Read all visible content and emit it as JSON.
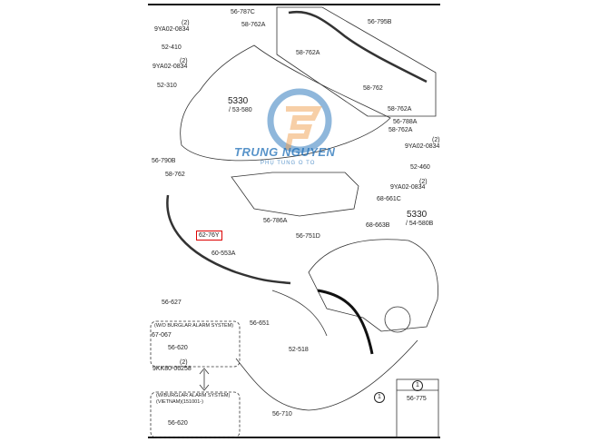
{
  "watermark": {
    "brand": "TRUNG NGUYEN",
    "tagline": "PHỤ TÙNG Ô TÔ",
    "colors": {
      "blue": "#1f6fb8",
      "orange": "#f0a050"
    }
  },
  "labels": {
    "p56_787C": "56-787C",
    "p58_762A_top": "58-762A",
    "q1": "(2)",
    "p9YA_1": "9YA02-0834",
    "p52_410": "52-410",
    "q2": "(2)",
    "p9YA_2": "9YA02-0834",
    "p52_310": "52-310",
    "p5330_a": "5330",
    "p53_580": "/ 53-580",
    "p56_795B": "56-795B",
    "p58_762A_b": "58-762A",
    "p58_762_b": "58-762",
    "p58_762A_c": "58-762A",
    "p56_788A": "56-788A",
    "p58_762A_d": "58-762A",
    "q3": "(2)",
    "p9YA_3": "9YA02-0834",
    "p52_460": "52-460",
    "q4": "(2)",
    "p9YA_4": "9YA02-0834",
    "p68_661C": "68-661C",
    "p5330_b": "5330",
    "p54_580B": "/ 54-580B",
    "p68_663B": "68-663B",
    "p56_790B": "56-790B",
    "p58_762_l": "58-762",
    "p56_786A": "56-786A",
    "p62_76Y": "62-76Y",
    "p56_751D": "56-751D",
    "p60_553A": "60-553A",
    "p56_627": "56-627",
    "p56_651": "56-651",
    "wo_alarm": "(W/O BURGLAR ALARM SYSTEM)",
    "p67_067": "67-067",
    "p56_620_a": "56-620",
    "p52_518": "52-518",
    "q5": "(2)",
    "p9KK": "9KK80-06258",
    "w_alarm": "(W/BURGLAR ALARM SYSTEM)",
    "w_alarm2": "(VIETNAM)(151001-)",
    "ref1": "1",
    "p56_710": "56-710",
    "p56_620_b": "56-620",
    "legend_ref": "1",
    "p56_775": "56-775"
  }
}
